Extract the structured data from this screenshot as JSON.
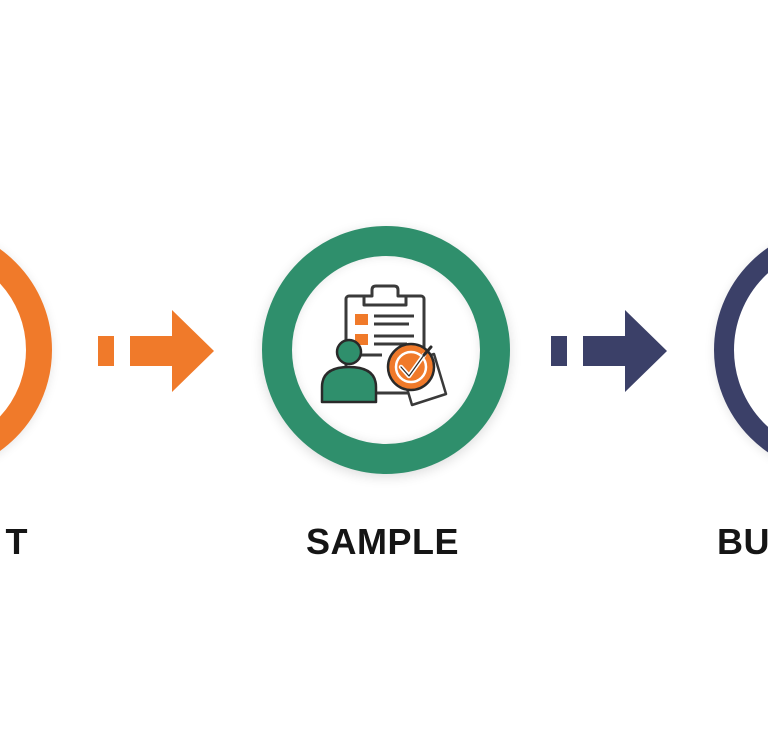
{
  "steps": [
    {
      "id": "left",
      "label": "…T",
      "visible_label": "T",
      "color": "#f07a2a",
      "icon": ""
    },
    {
      "id": "center",
      "label": "SAMPLE",
      "color": "#2f8f6c",
      "icon": "clipboard-person-check-icon"
    },
    {
      "id": "right",
      "label": "BU…",
      "visible_label": "BU",
      "color": "#3b4068",
      "icon": ""
    }
  ],
  "arrows": [
    {
      "from": "left",
      "to": "center",
      "color": "#f07a2a"
    },
    {
      "from": "center",
      "to": "right",
      "color": "#3b4068"
    }
  ],
  "colors": {
    "background": "#ffffff",
    "text": "#151515",
    "icon_outline": "#3a3a3a",
    "icon_accent": "#f07a2a",
    "icon_person": "#2f8f6c"
  }
}
